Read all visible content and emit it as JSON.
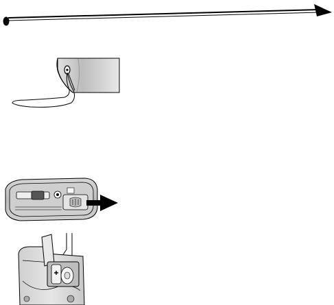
{
  "page": {
    "background": "#ffffff",
    "ink": "#000000",
    "accent_gray": "#cfcfcf"
  },
  "header": {
    "rule_icon": "chevron-right-icon",
    "bullet_icon": "black-dot-icon"
  },
  "figures": [
    {
      "id": "strap",
      "depicts": "wrist-strap-attached-to-camera-icon"
    },
    {
      "id": "door",
      "depicts": "camera-bottom-battery-door-with-arrow-icon"
    },
    {
      "id": "battery",
      "depicts": "battery-compartment-open-icon"
    }
  ]
}
